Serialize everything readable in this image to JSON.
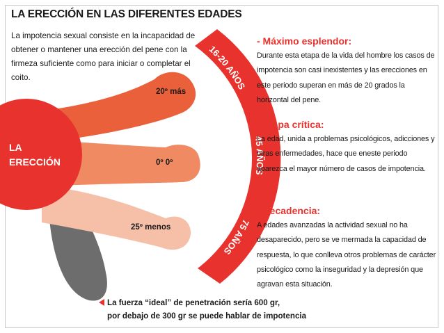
{
  "title": "LA ERECCIÓN EN LAS DIFERENTES EDADES",
  "intro": "La impotencia sexual consiste en la incapacidad de obtener o mantener una erección del pene con la firmeza suficiente como para iniciar o completar el coito.",
  "circle_label": {
    "line1": "LA",
    "line2": "ERECCIÓN"
  },
  "angles": [
    {
      "label": "20º más"
    },
    {
      "label": "0º 0º"
    },
    {
      "label": "25º menos"
    }
  ],
  "age_band": [
    {
      "label": "16-20 AÑOS"
    },
    {
      "label": "45 AÑOS"
    },
    {
      "label": "75 AÑOS"
    }
  ],
  "sections": [
    {
      "heading": "- Máximo esplendor:",
      "body": "Durante esta etapa de la vida del hombre los casos de impotencia son casi inexistentes y las erecciones en este periodo superan en más de 20 grados la horizontal del pene."
    },
    {
      "heading": "- Etapa crítica:",
      "body": "La edad, unida a problemas psicológicos, adicciones y otras enfermedades, hace que eneste periodo aparezca el mayor número de casos de impotencia."
    },
    {
      "heading": "- Decadencia:",
      "body": "A edades avanzadas la actividad sexual no ha desaparecido, pero se ve mermada la capacidad de respuesta, lo que conlleva otros problemas de carácter psicológico como la inseguridad y la depresión que agravan esta situación."
    }
  ],
  "bottom_note": {
    "line1": "La fuerza “ideal” de penetración sería 600 gr,",
    "line2": "por debajo de 300 gr se puede hablar de impotencia"
  },
  "colors": {
    "red": "#e8322d",
    "orange_dark": "#e9603a",
    "orange_mid": "#ef8a63",
    "peach": "#f6c0a8",
    "gray": "#6d6d6d"
  }
}
